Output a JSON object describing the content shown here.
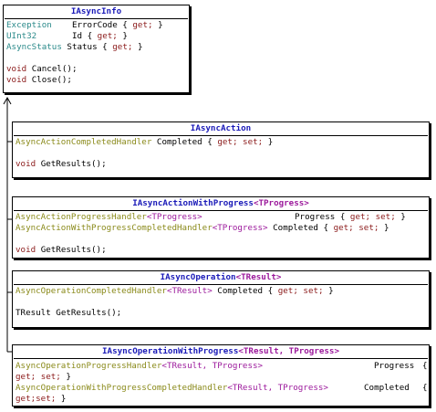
{
  "iasyncinfo": {
    "title": "IAsyncInfo",
    "members": [
      {
        "type": "Exception",
        "name": "ErrorCode",
        "open": "{",
        "accessors": "get;",
        "close": "}"
      },
      {
        "type": "UInt32",
        "name": "Id",
        "open": "{",
        "accessors": "get;",
        "close": "}"
      },
      {
        "type": "AsyncStatus",
        "name": "Status",
        "open": "{",
        "accessors": "get;",
        "close": "}"
      }
    ],
    "methods": [
      {
        "ret": "void",
        "name": "Cancel();"
      },
      {
        "ret": "void",
        "name": "Close();"
      }
    ]
  },
  "iasyncaction": {
    "title": "IAsyncAction",
    "property": {
      "type": "AsyncActionCompletedHandler",
      "name": "Completed",
      "open": "{",
      "get": "get;",
      "set": "set;",
      "close": "}"
    },
    "method": {
      "ret": "void",
      "name": "GetResults();"
    }
  },
  "iasyncactionwithprogress": {
    "title": "IAsyncActionWithProgress",
    "generic": "<TProgress>",
    "properties": [
      {
        "type": "AsyncActionProgressHandler",
        "generic": "<TProgress>",
        "name": "Progress",
        "open": "{",
        "get": "get;",
        "set": "set;",
        "close": "}"
      },
      {
        "type": "AsyncActionWithProgressCompletedHandler",
        "generic": "<TProgress>",
        "name": "Completed",
        "open": "{",
        "get": "get;",
        "set": "set;",
        "close": "}"
      }
    ],
    "method": {
      "ret": "void",
      "name": "GetResults();"
    }
  },
  "iasyncoperation": {
    "title": "IAsyncOperation",
    "generic": "<TResult>",
    "property": {
      "type": "AsyncOperationCompletedHandler",
      "generic": "<TResult>",
      "name": "Completed",
      "open": "{",
      "get": "get;",
      "set": "set;",
      "close": "}"
    },
    "method": {
      "ret": "TResult",
      "name": "GetResults();"
    }
  },
  "iasyncoperationwithprogress": {
    "title": "IAsyncOperationWithProgress",
    "generic": "<TResult, TProgress>",
    "properties": [
      {
        "type": "AsyncOperationProgressHandler",
        "generic": "<TResult, TProgress>",
        "name": "Progress",
        "open": "{",
        "get": "get;",
        "set": "set;",
        "close": "}"
      },
      {
        "type": "AsyncOperationWithProgressCompletedHandler",
        "generic": "<TResult, TProgress>",
        "name": "Completed",
        "open": "{",
        "get": "get;",
        "set": "set;",
        "close": "}"
      }
    ]
  }
}
